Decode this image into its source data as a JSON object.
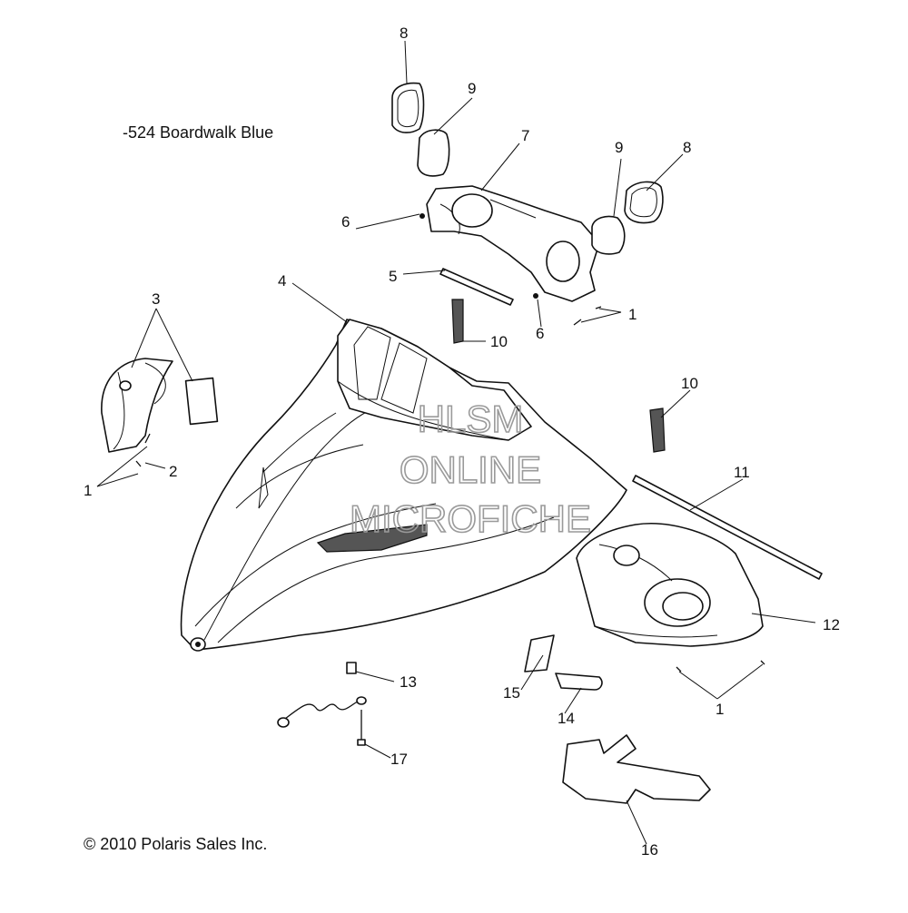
{
  "header": {
    "color_label": "-524  Boardwalk Blue"
  },
  "footer": {
    "copyright": "© 2010 Polaris Sales Inc."
  },
  "watermark": {
    "line1": "HLSM",
    "line2": "ONLINE",
    "line3": "MICROFICHE"
  },
  "callouts": {
    "c8a": "8",
    "c9a": "9",
    "c7": "7",
    "c9b": "9",
    "c8b": "8",
    "c6a": "6",
    "c5": "5",
    "c4": "4",
    "c3": "3",
    "c10a": "10",
    "c6b": "6",
    "c1a": "1",
    "c10b": "10",
    "c2": "2",
    "c1b": "1",
    "c11": "11",
    "c12": "12",
    "c13": "13",
    "c15": "15",
    "c14": "14",
    "c1c": "1",
    "c17": "17",
    "c16": "16"
  }
}
